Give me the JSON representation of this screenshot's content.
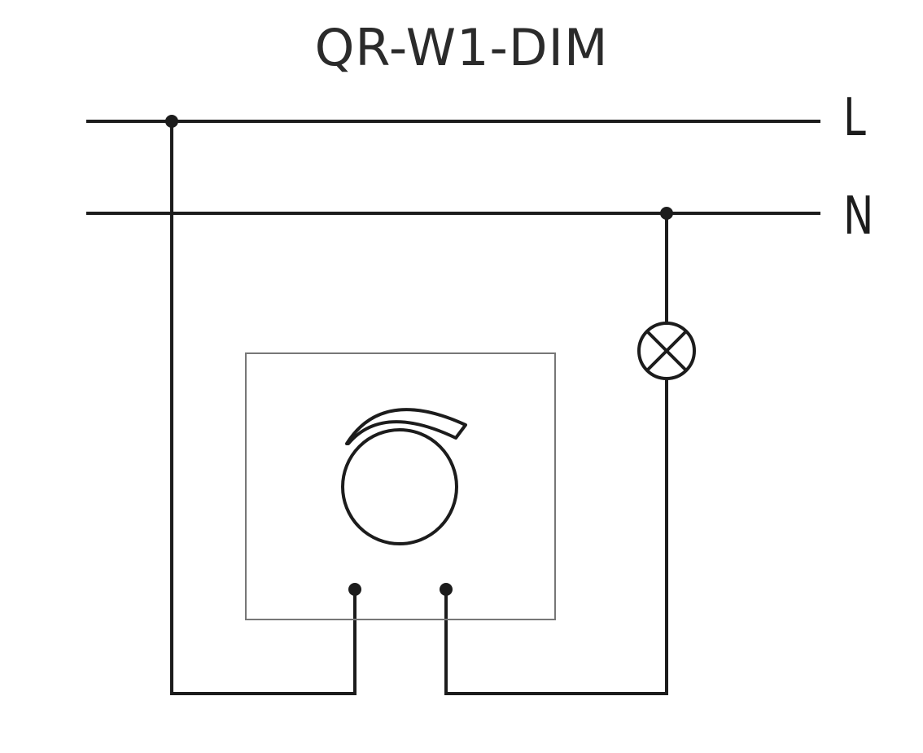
{
  "title": "QR-W1-DIM",
  "rails": {
    "live_label": "L",
    "neutral_label": "N"
  },
  "colors": {
    "line": "#1c1c1c",
    "device_border": "#777777",
    "title": "#2b2b2b",
    "background": "#ffffff"
  },
  "components": {
    "dimmer": "dimmer-switch-icon",
    "lamp": "lamp-symbol"
  }
}
